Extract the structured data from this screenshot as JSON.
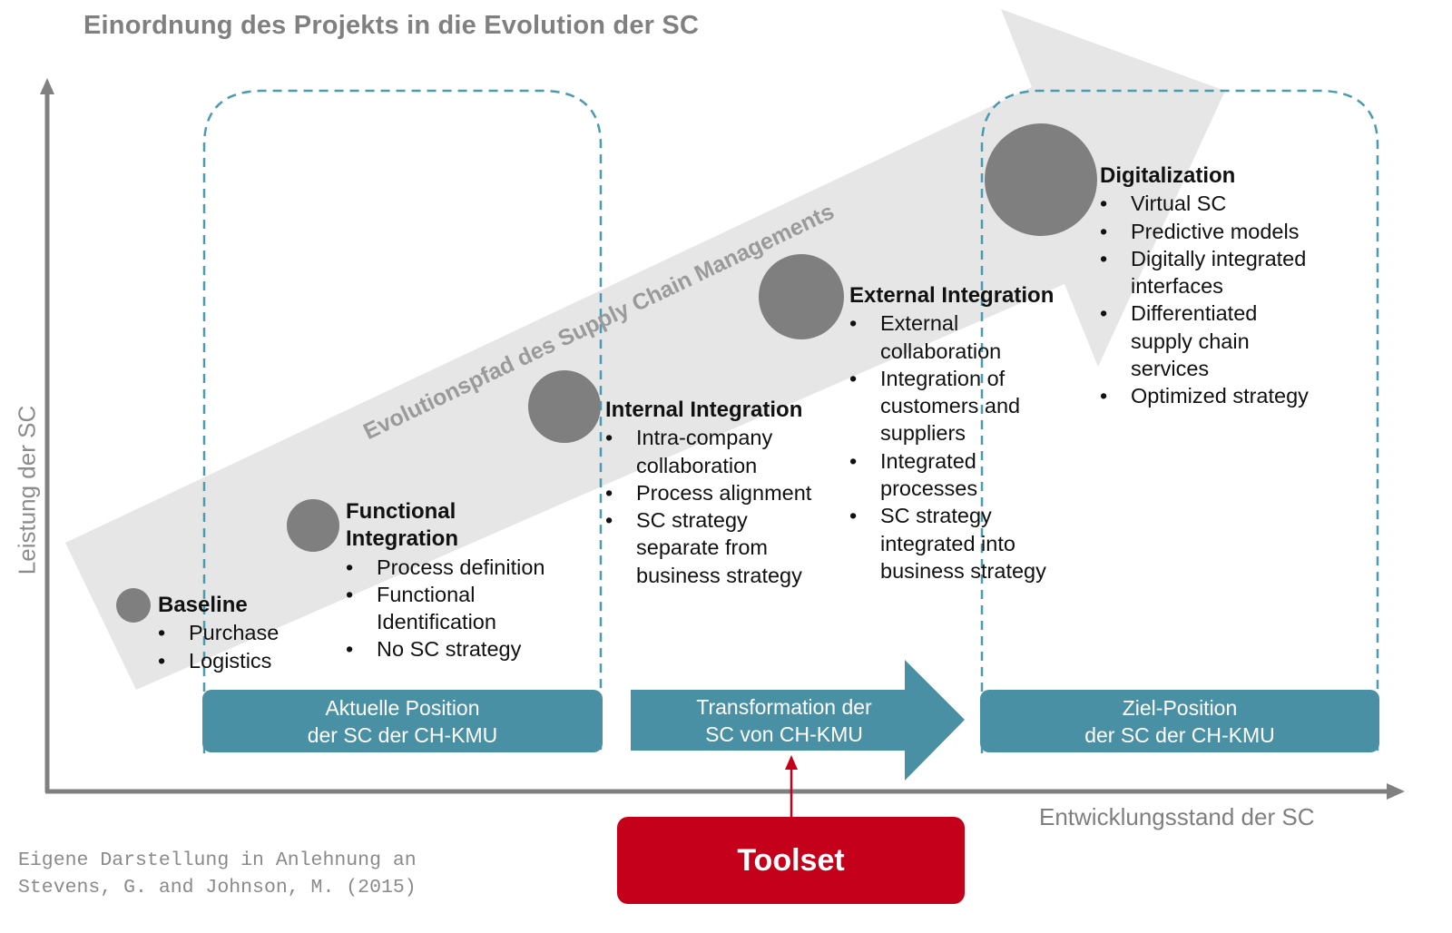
{
  "title": "Einordnung des Projekts in die Evolution der SC",
  "axes": {
    "y_label": "Leistung der SC",
    "x_label": "Entwicklungsstand der SC"
  },
  "evolution_path_label": "Evolutionspfad des Supply Chain  Managements",
  "stages": [
    {
      "heading_lines": [
        "Baseline"
      ],
      "bullets": [
        {
          "lines": [
            "Purchase"
          ]
        },
        {
          "lines": [
            "Logistics"
          ]
        }
      ]
    },
    {
      "heading_lines": [
        "Functional",
        "Integration"
      ],
      "bullets": [
        {
          "lines": [
            "Process definition"
          ]
        },
        {
          "lines": [
            "Functional",
            "Identification"
          ]
        },
        {
          "lines": [
            "No SC strategy"
          ]
        }
      ]
    },
    {
      "heading_lines": [
        "Internal Integration"
      ],
      "bullets": [
        {
          "lines": [
            "Intra-company",
            "collaboration"
          ]
        },
        {
          "lines": [
            "Process alignment"
          ]
        },
        {
          "lines": [
            "SC strategy",
            "separate from",
            "business strategy"
          ]
        }
      ]
    },
    {
      "heading_lines": [
        "External Integration"
      ],
      "bullets": [
        {
          "lines": [
            "External",
            "collaboration"
          ]
        },
        {
          "lines": [
            "Integration of",
            "customers and",
            "suppliers"
          ]
        },
        {
          "lines": [
            "Integrated",
            "processes"
          ]
        },
        {
          "lines": [
            "SC strategy",
            "integrated into",
            "business strategy"
          ]
        }
      ]
    },
    {
      "heading_lines": [
        "Digitalization"
      ],
      "bullets": [
        {
          "lines": [
            "Virtual SC"
          ]
        },
        {
          "lines": [
            "Predictive models"
          ]
        },
        {
          "lines": [
            "Digitally integrated",
            "interfaces"
          ]
        },
        {
          "lines": [
            "Differentiated",
            "supply chain",
            "services"
          ]
        },
        {
          "lines": [
            "Optimized strategy"
          ]
        }
      ]
    }
  ],
  "positions": {
    "current": {
      "line1": "Aktuelle Position",
      "line2": "der SC der CH-KMU"
    },
    "transformation": {
      "line1": "Transformation der",
      "line2": "SC von CH-KMU"
    },
    "target": {
      "line1": "Ziel-Position",
      "line2": "der SC der CH-KMU"
    }
  },
  "toolset_label": "Toolset",
  "source": {
    "line1": "Eigene Darstellung in Anlehnung an",
    "line2": "Stevens, G. and Johnson, M. (2015)"
  },
  "colors": {
    "teal": "#4a90a4",
    "red": "#c4001a",
    "axis_gray": "#808080",
    "circle_gray": "#7f7f7f",
    "path_gray": "#e6e6e6",
    "dash_teal": "#4a9ab0"
  }
}
